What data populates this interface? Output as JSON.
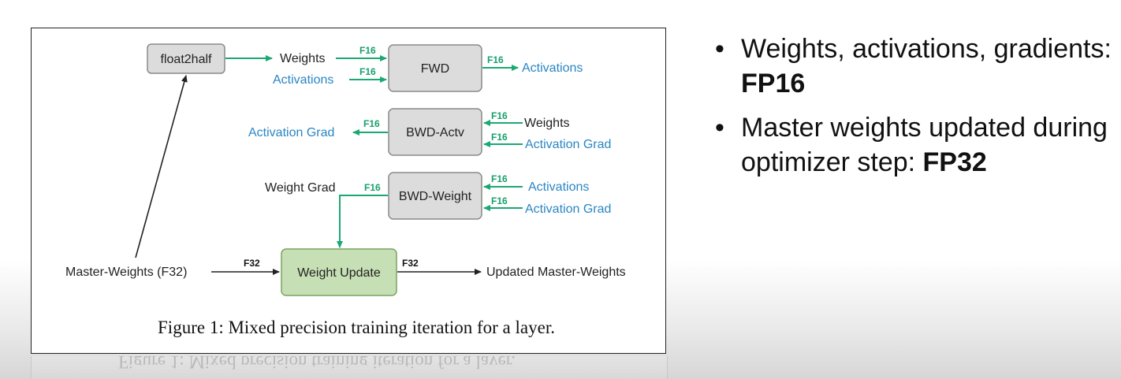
{
  "figure": {
    "nodes": {
      "float2half": "float2half",
      "fwd": "FWD",
      "bwd_actv": "BWD-Actv",
      "bwd_weight": "BWD-Weight",
      "weight_update": "Weight Update"
    },
    "labels": {
      "weights_fwd": "Weights",
      "activations_in": "Activations",
      "activations_out": "Activations",
      "activation_grad_out": "Activation Grad",
      "weights_bwd": "Weights",
      "activation_grad_in_1": "Activation Grad",
      "weight_grad": "Weight Grad",
      "activations_bwd": "Activations",
      "activation_grad_in_2": "Activation Grad",
      "master_weights": "Master-Weights (F32)",
      "updated_master_weights": "Updated Master-Weights"
    },
    "precision_tags": {
      "f16": "F16",
      "f32": "F32"
    },
    "caption": "Figure 1: Mixed precision training iteration for a layer.",
    "colors": {
      "accent_green": "#1aa873",
      "label_blue": "#2a86c4",
      "box_gray": "#dcdcdc",
      "box_green": "#c6dfb4"
    }
  },
  "bullets": [
    {
      "text": "Weights, activations, gradients: ",
      "bold": "FP16"
    },
    {
      "text": "Master weights updated during optimizer step: ",
      "bold": "FP32"
    }
  ]
}
